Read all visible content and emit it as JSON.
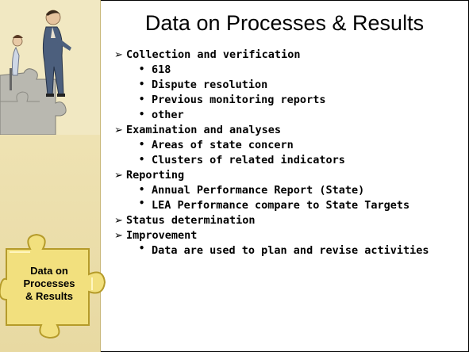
{
  "slide": {
    "title": "Data on Processes & Results",
    "puzzle_label": [
      "Data on",
      "Processes",
      "& Results"
    ],
    "icons": {
      "illustration": "people-on-puzzle-illustration",
      "puzzle": "puzzle-piece-icon",
      "arrow": "arrow-bullet-icon",
      "dot": "dot-bullet-icon"
    },
    "colors": {
      "side_panel": "#efe3b4",
      "puzzle": "#f2e07e"
    }
  },
  "bullets": [
    {
      "label": "Collection and verification",
      "sub": [
        "618",
        "Dispute resolution",
        "Previous monitoring reports",
        "other"
      ]
    },
    {
      "label": "Examination and analyses",
      "sub": [
        "Areas of state concern",
        "Clusters of related indicators"
      ]
    },
    {
      "label": "Reporting",
      "sub": [
        "Annual Performance Report (State)",
        "LEA Performance compare to State Targets"
      ]
    },
    {
      "label": "Status determination",
      "sub": []
    },
    {
      "label": "Improvement",
      "sub": [
        "Data are used to plan and revise activities"
      ]
    }
  ]
}
